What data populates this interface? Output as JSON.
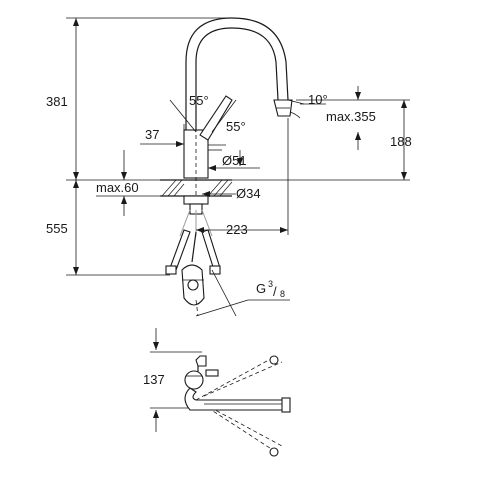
{
  "dimensions": {
    "height_total": "381",
    "angle_left": "55°",
    "angle_right": "55°",
    "angle_spout": "10°",
    "spout_reach_max": "max.355",
    "spout_height": "188",
    "body_offset": "37",
    "body_diameter": "Ø51",
    "deck_thickness_max": "max.60",
    "hole_diameter": "Ø34",
    "below_deck_length": "555",
    "hose_reach": "223",
    "connection_thread": "G",
    "connection_thread_num": "3",
    "connection_thread_den": "8",
    "top_view_dimension": "137"
  }
}
